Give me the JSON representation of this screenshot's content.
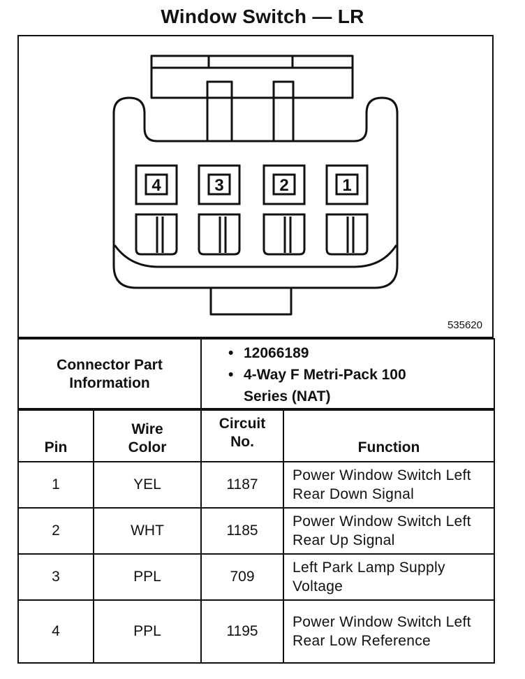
{
  "title": "Window Switch — LR",
  "diagram": {
    "reference_id": "535620",
    "terminals": [
      "4",
      "3",
      "2",
      "1"
    ]
  },
  "connector_info": {
    "label": "Connector Part Information",
    "items": [
      "12066189",
      "4-Way F Metri-Pack 100 Series (NAT)"
    ]
  },
  "pin_table": {
    "headers": {
      "pin": "Pin",
      "wire_color": "Wire Color",
      "circuit": "Circuit No.",
      "function": "Function"
    },
    "rows": [
      {
        "pin": "1",
        "wire_color": "YEL",
        "circuit": "1187",
        "function": "Power Window Switch Left Rear Down Signal"
      },
      {
        "pin": "2",
        "wire_color": "WHT",
        "circuit": "1185",
        "function": "Power Window Switch Left Rear Up Signal"
      },
      {
        "pin": "3",
        "wire_color": "PPL",
        "circuit": "709",
        "function": "Left Park Lamp Supply Voltage"
      },
      {
        "pin": "4",
        "wire_color": "PPL",
        "circuit": "1195",
        "function": "Power Window Switch Left Rear Low Reference"
      }
    ]
  }
}
